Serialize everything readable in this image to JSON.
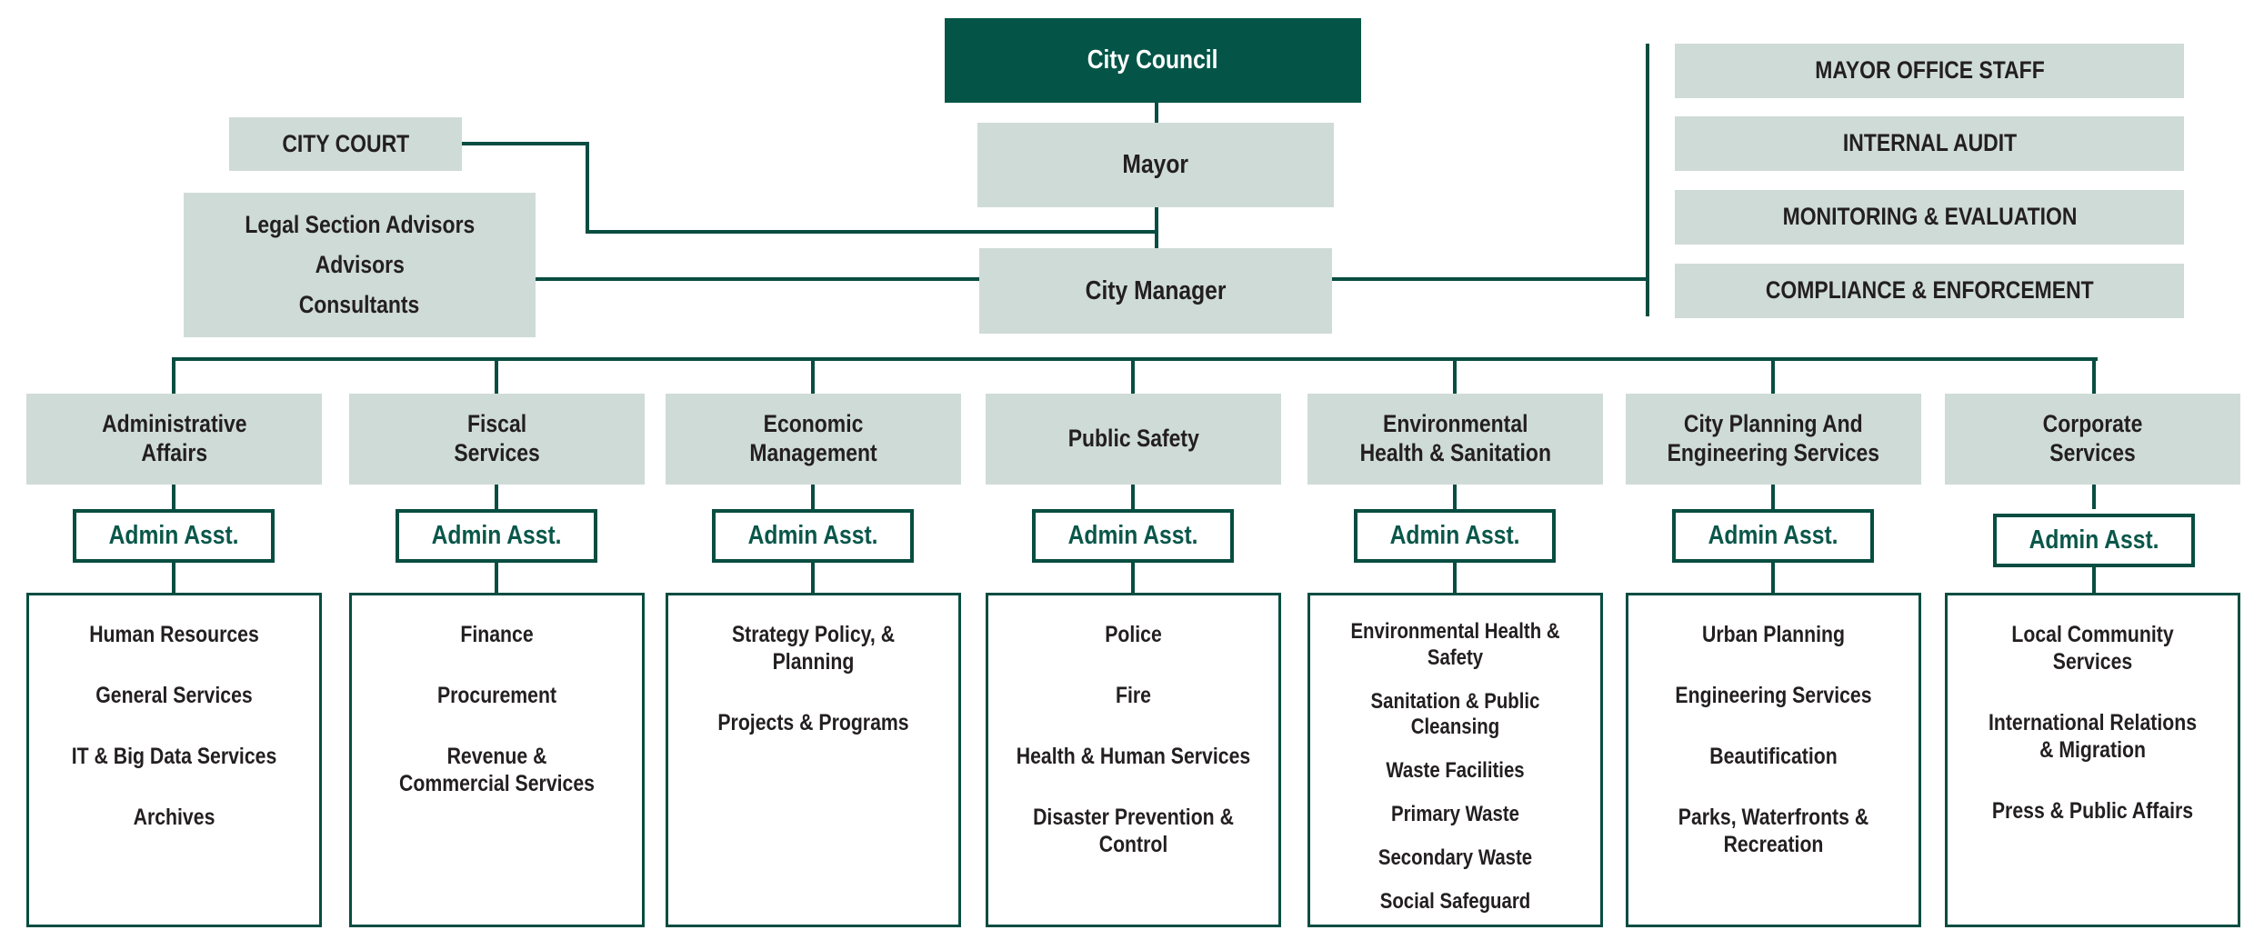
{
  "palette": {
    "dark_green": "#045547",
    "light_box": "#cfdbd7",
    "line": "#084d41",
    "text_dark": "#231f20",
    "admin_text": "#0a574a",
    "white": "#ffffff"
  },
  "nodes": {
    "city_council": "City Council",
    "mayor": "Mayor",
    "city_manager": "City Manager",
    "city_court": "CITY COURT",
    "admin_assistant": "Admin Asst.",
    "advisors": [
      "Legal Section Advisors",
      "Advisors",
      "Consultants"
    ],
    "mayor_office": [
      "MAYOR OFFICE STAFF",
      "INTERNAL AUDIT",
      "MONITORING & EVALUATION",
      "COMPLIANCE & ENFORCEMENT"
    ]
  },
  "departments": [
    {
      "name": "Administrative\nAffairs",
      "units": [
        "Human Resources",
        "General Services",
        "IT & Big Data Services",
        "Archives"
      ]
    },
    {
      "name": "Fiscal\nServices",
      "units": [
        "Finance",
        "Procurement",
        "Revenue &\nCommercial Services"
      ]
    },
    {
      "name": "Economic\nManagement",
      "units": [
        "Strategy Policy, & Planning",
        "Projects & Programs"
      ]
    },
    {
      "name": "Public Safety",
      "units": [
        "Police",
        "Fire",
        "Health & Human Services",
        "Disaster Prevention & Control"
      ]
    },
    {
      "name": "Environmental\nHealth & Sanitation",
      "units": [
        "Environmental Health & Safety",
        "Sanitation & Public Cleansing",
        "Waste Facilities",
        "Primary Waste",
        "Secondary Waste",
        "Social Safeguard"
      ]
    },
    {
      "name": "City Planning And\nEngineering Services",
      "units": [
        "Urban Planning",
        "Engineering Services",
        "Beautification",
        "Parks, Waterfronts &\nRecreation"
      ]
    },
    {
      "name": "Corporate\nServices",
      "units": [
        "Local Community Services",
        "International Relations\n& Migration",
        "Press & Public Affairs"
      ]
    }
  ]
}
